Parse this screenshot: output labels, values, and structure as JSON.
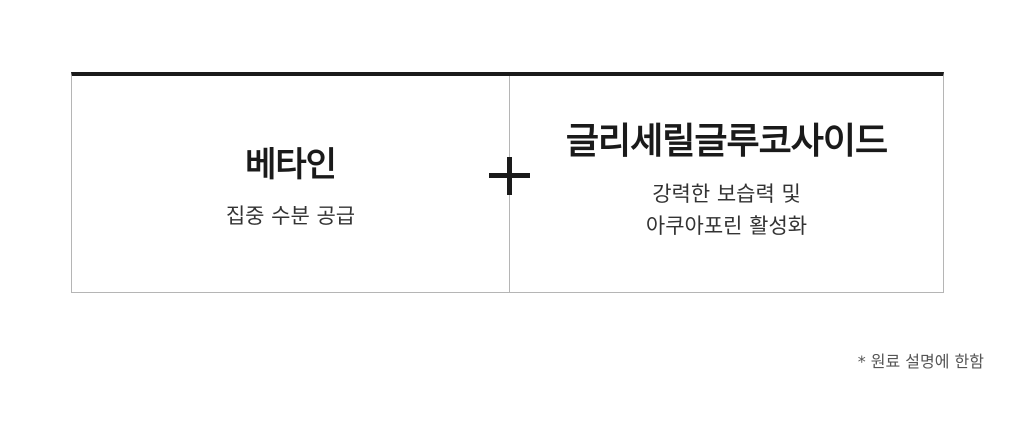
{
  "ingredients": {
    "left": {
      "title": "베타인",
      "desc_lines": [
        "집중 수분 공급"
      ]
    },
    "right": {
      "title": "글리세릴글루코사이드",
      "desc_lines": [
        "강력한 보습력 및",
        "아쿠아포린 활성화"
      ]
    },
    "connector_icon": "plus-icon"
  },
  "footnote": "* 원료 설명에 한함"
}
